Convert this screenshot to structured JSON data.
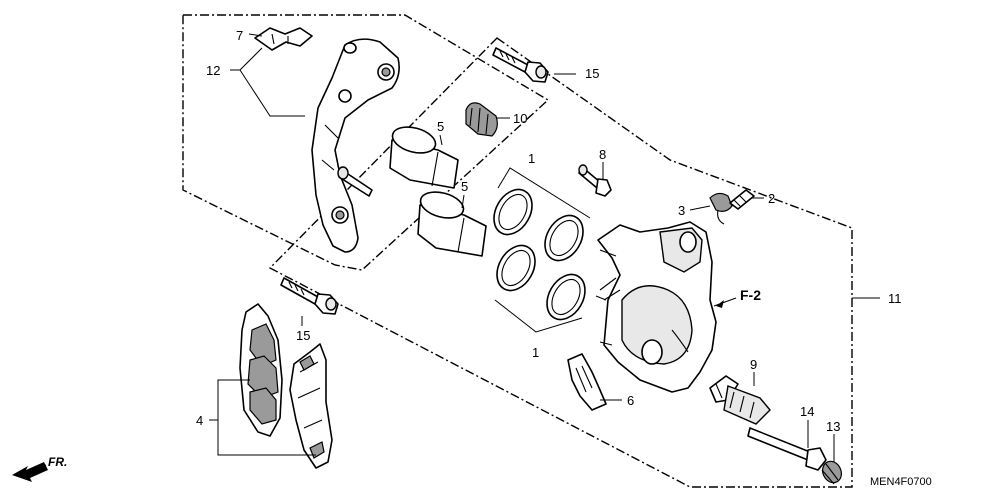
{
  "callouts": {
    "c1_top": "1",
    "c1_bottom": "1",
    "c2": "2",
    "c3": "3",
    "c4": "4",
    "c5_top": "5",
    "c5_bottom": "5",
    "c6": "6",
    "c7": "7",
    "c8": "8",
    "c9": "9",
    "c10": "10",
    "c11": "11",
    "c12": "12",
    "c13": "13",
    "c14": "14",
    "c15_top": "15",
    "c15_bottom": "15"
  },
  "reference": "F-2",
  "front_marker": "FR.",
  "diagram_code": "MEN4F0700"
}
